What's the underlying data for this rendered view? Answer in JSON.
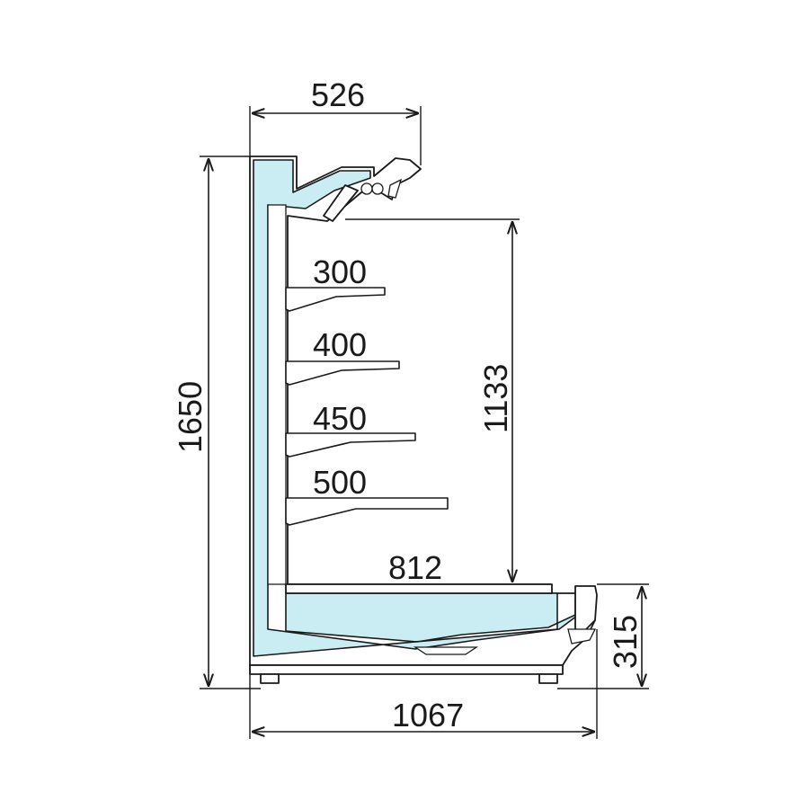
{
  "dimensions": {
    "top_depth": "526",
    "total_height": "1650",
    "display_height": "1133",
    "base_height": "315",
    "total_depth": "1067"
  },
  "shelves": [
    {
      "label": "300"
    },
    {
      "label": "400"
    },
    {
      "label": "450"
    },
    {
      "label": "500"
    },
    {
      "label": "812"
    }
  ],
  "colors": {
    "liner": "#c9edf2",
    "line": "#1a1a1a",
    "background": "#ffffff"
  }
}
